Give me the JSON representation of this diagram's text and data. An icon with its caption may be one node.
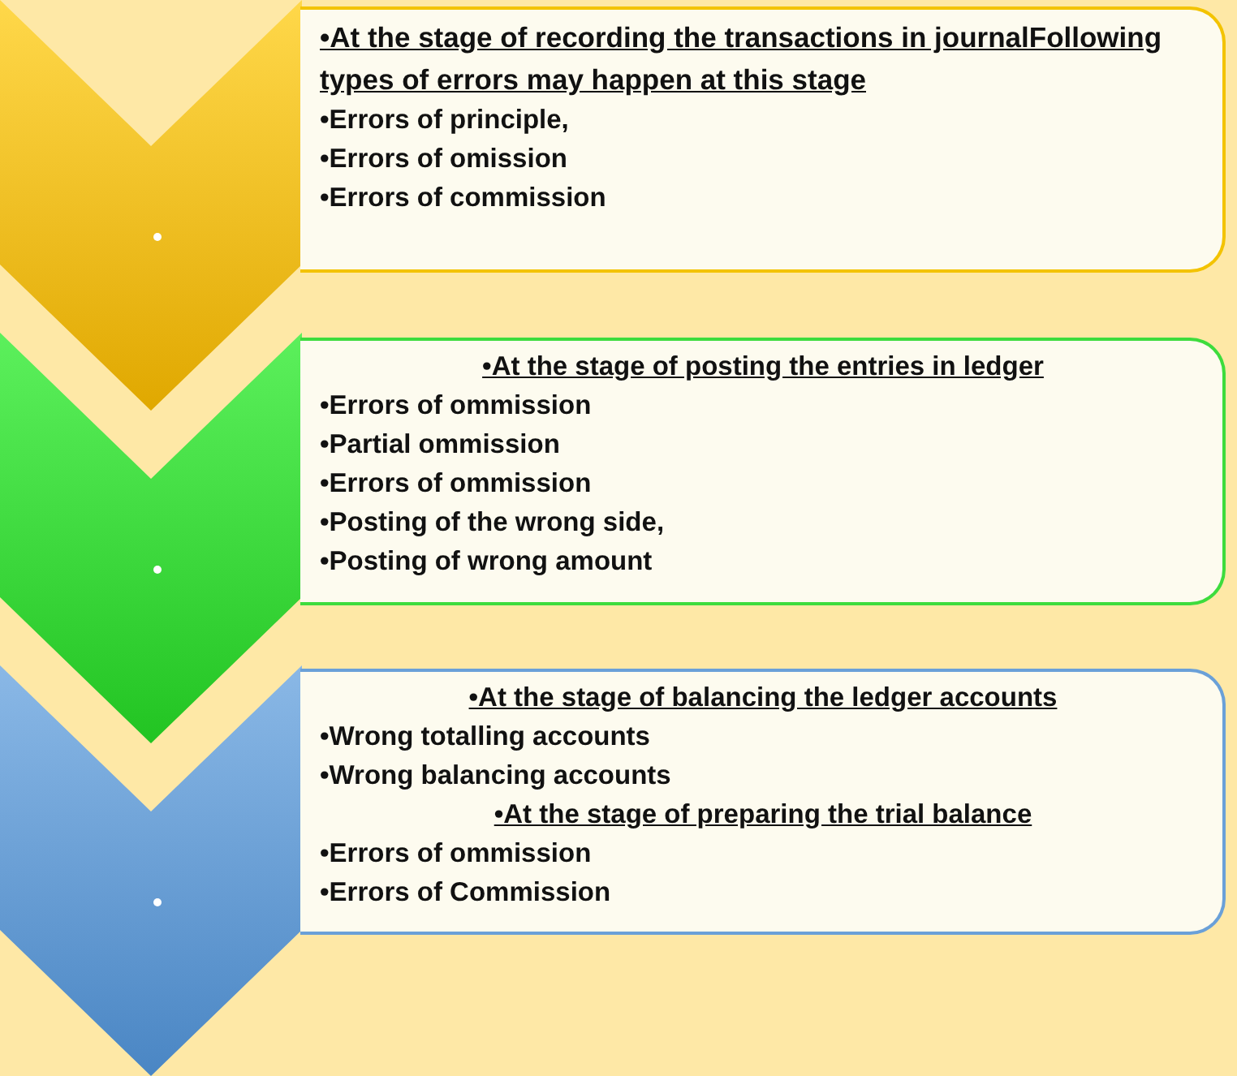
{
  "diagram": {
    "nodes": [
      {
        "text": [],
        "shape": "chevron"
      },
      {
        "text": [
          "•At the stage of recording the transactions in journalFollowing types of errors may happen at this stage",
          "•Errors of principle,",
          "•Errors of omission",
          "•Errors of commission"
        ]
      },
      {
        "text": [],
        "shape": "chevron"
      },
      {
        "text": [
          "•At the stage of posting the entries in ledger",
          "•Errors of ommission",
          "•Partial ommission",
          "•Errors of ommission",
          "•Posting of the wrong side,",
          "•Posting of wrong amount"
        ]
      },
      {
        "text": [],
        "shape": "chevron"
      },
      {
        "text": [
          "•At the stage of balancing the ledger accounts",
          "•Wrong totalling accounts",
          "•Wrong balancing accounts",
          "•At the stage of preparing the trial balance",
          "•Errors of ommission",
          "•Errors of Commission"
        ]
      }
    ],
    "edges": []
  }
}
